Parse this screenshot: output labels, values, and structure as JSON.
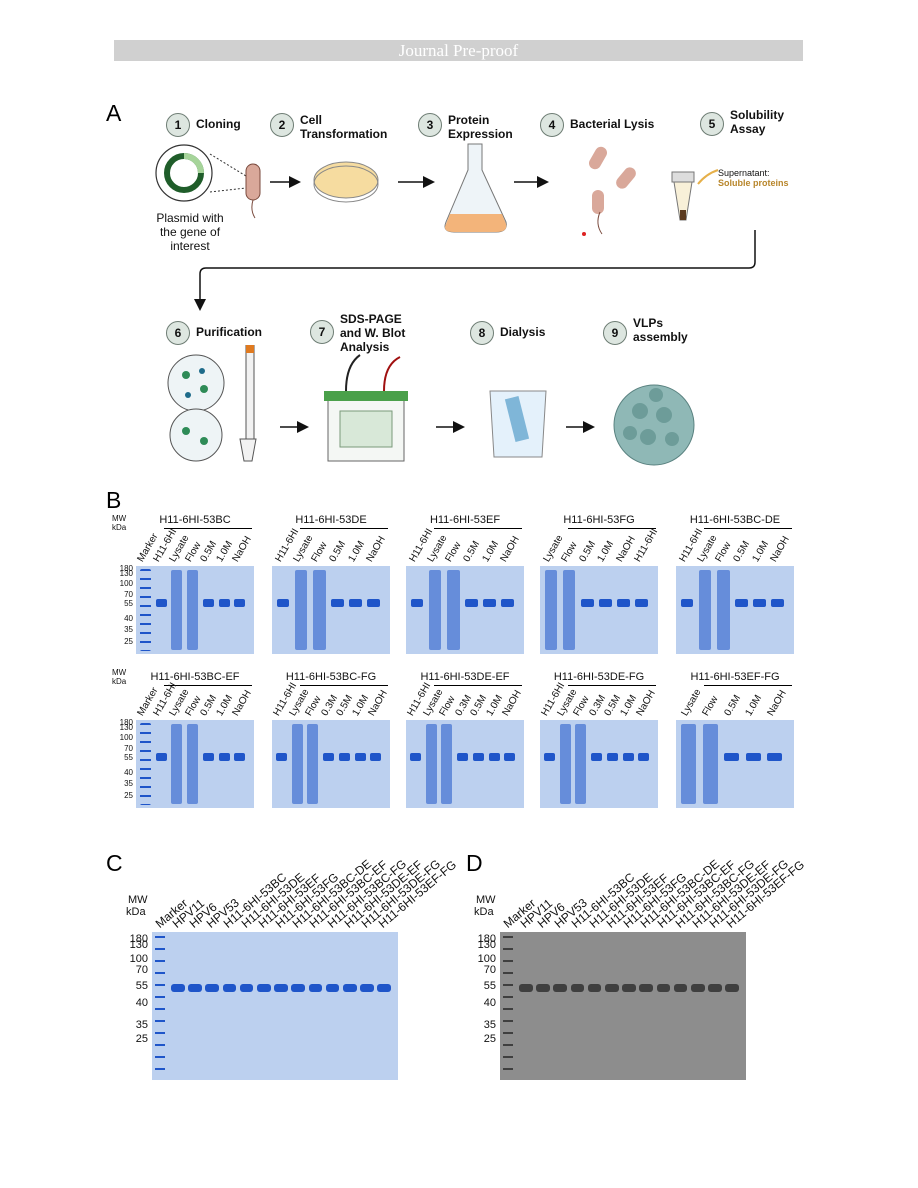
{
  "banner": "Journal Pre-proof",
  "panel_letters": {
    "a": "A",
    "b": "B",
    "c": "C",
    "d": "D"
  },
  "steps": [
    {
      "num": "1",
      "label": "Cloning"
    },
    {
      "num": "2",
      "label": "Cell\nTransformation"
    },
    {
      "num": "3",
      "label": "Protein\nExpression"
    },
    {
      "num": "4",
      "label": "Bacterial Lysis"
    },
    {
      "num": "5",
      "label": "Solubility\nAssay"
    },
    {
      "num": "6",
      "label": "Purification"
    },
    {
      "num": "7",
      "label": "SDS-PAGE\nand W. Blot\nAnalysis"
    },
    {
      "num": "8",
      "label": "Dialysis"
    },
    {
      "num": "9",
      "label": "VLPs\nassembly"
    }
  ],
  "plasmid_caption": "Plasmid with\nthe gene of\ninterest",
  "supernatant_label": "Supernatant:",
  "soluble_label": "Soluble proteins",
  "mw_header": "MW",
  "kda_header": "kDa",
  "gels_row1": [
    {
      "title": "H11-6HI-53BC",
      "lanes": [
        "Marker",
        "H11-6HI",
        "Lysate",
        "Flow",
        "0.5M",
        "1.0M",
        "NaOH"
      ]
    },
    {
      "title": "H11-6HI-53DE",
      "lanes": [
        "H11-6HI",
        "Lysate",
        "Flow",
        "0.5M",
        "1.0M",
        "NaOH"
      ]
    },
    {
      "title": "H11-6HI-53EF",
      "lanes": [
        "H11-6HI",
        "Lysate",
        "Flow",
        "0.5M",
        "1.0M",
        "NaOH"
      ]
    },
    {
      "title": "H11-6HI-53FG",
      "lanes": [
        "Lysate",
        "Flow",
        "0.5M",
        "1.0M",
        "NaOH",
        "H11-6HI"
      ]
    },
    {
      "title": "H11-6HI-53BC-DE",
      "lanes": [
        "H11-6HI",
        "Lysate",
        "Flow",
        "0.5M",
        "1.0M",
        "NaOH"
      ]
    }
  ],
  "gels_row2": [
    {
      "title": "H11-6HI-53BC-EF",
      "lanes": [
        "Marker",
        "H11-6HI",
        "Lysate",
        "Flow",
        "0.5M",
        "1.0M",
        "NaOH"
      ]
    },
    {
      "title": "H11-6HI-53BC-FG",
      "lanes": [
        "H11-6HI",
        "Lysate",
        "Flow",
        "0.3M",
        "0.5M",
        "1.0M",
        "NaOH"
      ]
    },
    {
      "title": "H11-6HI-53DE-EF",
      "lanes": [
        "H11-6HI",
        "Lysate",
        "Flow",
        "0.3M",
        "0.5M",
        "1.0M",
        "NaOH"
      ]
    },
    {
      "title": "H11-6HI-53DE-FG",
      "lanes": [
        "H11-6HI",
        "Lysate",
        "Flow",
        "0.3M",
        "0.5M",
        "1.0M",
        "NaOH"
      ]
    },
    {
      "title": "H11-6HI-53EF-FG",
      "lanes": [
        "Lysate",
        "Flow",
        "0.5M",
        "1.0M",
        "NaOH"
      ]
    }
  ],
  "mw_markers_b": [
    "180",
    "130",
    "100",
    "70",
    "55",
    "40",
    "35",
    "25"
  ],
  "mw_markers_cd": [
    "180",
    "130",
    "100",
    "70",
    "55",
    "40",
    "35",
    "25"
  ],
  "lanes_cd": [
    "Marker",
    "HPV11",
    "HPV6",
    "HPV53",
    "H11-6HI-53BC",
    "H11-6HI-53DE",
    "H11-6HI-53EF",
    "H11-6HI-53FG",
    "H11-6HI-53BC-DE",
    "H11-6HI-53BC-EF",
    "H11-6HI-53BC-FG",
    "H11-6HI-53DE-EF",
    "H11-6HI-53DE-FG",
    "H11-6HI-53EF-FG"
  ],
  "colors": {
    "gel_blue": "#bcd0ef",
    "band_blue": "#1f55c9",
    "blot_gray": "#8d8d8d",
    "blot_band": "#3f3f3f",
    "soluble_gold": "#b8862b"
  }
}
